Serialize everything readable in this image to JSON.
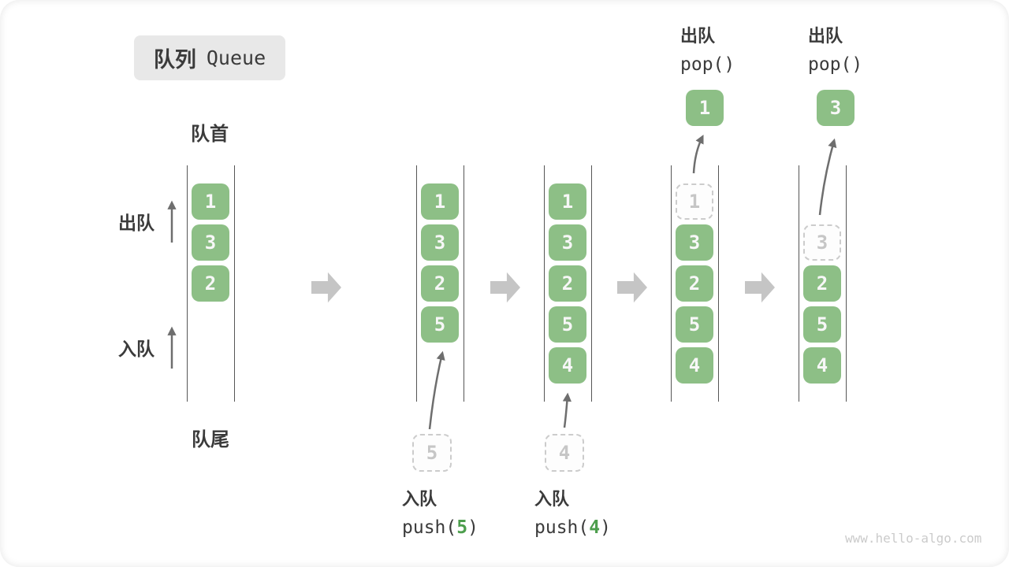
{
  "title": {
    "zh": "队列",
    "en": "Queue"
  },
  "labels": {
    "front": "队首",
    "rear": "队尾",
    "dequeue_side": "出队",
    "enqueue_side": "入队"
  },
  "operations": {
    "push_ops": [
      {
        "zh": "入队",
        "fn": "push(",
        "arg": "5",
        "close": ")",
        "staged_value": "5"
      },
      {
        "zh": "入队",
        "fn": "push(",
        "arg": "4",
        "close": ")",
        "staged_value": "4"
      }
    ],
    "pop_ops": [
      {
        "zh": "出队",
        "code": "pop()",
        "popped_value": "1"
      },
      {
        "zh": "出队",
        "code": "pop()",
        "popped_value": "3"
      }
    ]
  },
  "queue_states": [
    {
      "name": "state-initial",
      "cells": [
        {
          "slot": 0,
          "value": "1",
          "style": "solid"
        },
        {
          "slot": 1,
          "value": "3",
          "style": "solid"
        },
        {
          "slot": 2,
          "value": "2",
          "style": "solid"
        }
      ]
    },
    {
      "name": "state-after-push-5",
      "cells": [
        {
          "slot": 0,
          "value": "1",
          "style": "solid"
        },
        {
          "slot": 1,
          "value": "3",
          "style": "solid"
        },
        {
          "slot": 2,
          "value": "2",
          "style": "solid"
        },
        {
          "slot": 3,
          "value": "5",
          "style": "solid"
        }
      ]
    },
    {
      "name": "state-after-push-4",
      "cells": [
        {
          "slot": 0,
          "value": "1",
          "style": "solid"
        },
        {
          "slot": 1,
          "value": "3",
          "style": "solid"
        },
        {
          "slot": 2,
          "value": "2",
          "style": "solid"
        },
        {
          "slot": 3,
          "value": "5",
          "style": "solid"
        },
        {
          "slot": 4,
          "value": "4",
          "style": "solid"
        }
      ]
    },
    {
      "name": "state-after-pop-1",
      "cells": [
        {
          "slot": 0,
          "value": "1",
          "style": "dashed"
        },
        {
          "slot": 1,
          "value": "3",
          "style": "solid"
        },
        {
          "slot": 2,
          "value": "2",
          "style": "solid"
        },
        {
          "slot": 3,
          "value": "5",
          "style": "solid"
        },
        {
          "slot": 4,
          "value": "4",
          "style": "solid"
        }
      ]
    },
    {
      "name": "state-after-pop-3",
      "cells": [
        {
          "slot": 1,
          "value": "3",
          "style": "dashed"
        },
        {
          "slot": 2,
          "value": "2",
          "style": "solid"
        },
        {
          "slot": 3,
          "value": "5",
          "style": "solid"
        },
        {
          "slot": 4,
          "value": "4",
          "style": "solid"
        }
      ]
    }
  ],
  "icons": {
    "flow_arrow": "right-block-arrow",
    "direction_arrow": "up-arrow"
  },
  "colors": {
    "block_green": "#8dbf86",
    "code_arg_green": "#4d9e4d",
    "badge_bg": "#e8e8e8",
    "text_dark": "#3b3b3b",
    "dashed_gray": "#cccccc",
    "flow_arrow_gray": "#c5c5c5",
    "thin_arrow_gray": "#6e6e6e",
    "watermark_gray": "#cbcbcb"
  },
  "watermark": "www.hello-algo.com"
}
